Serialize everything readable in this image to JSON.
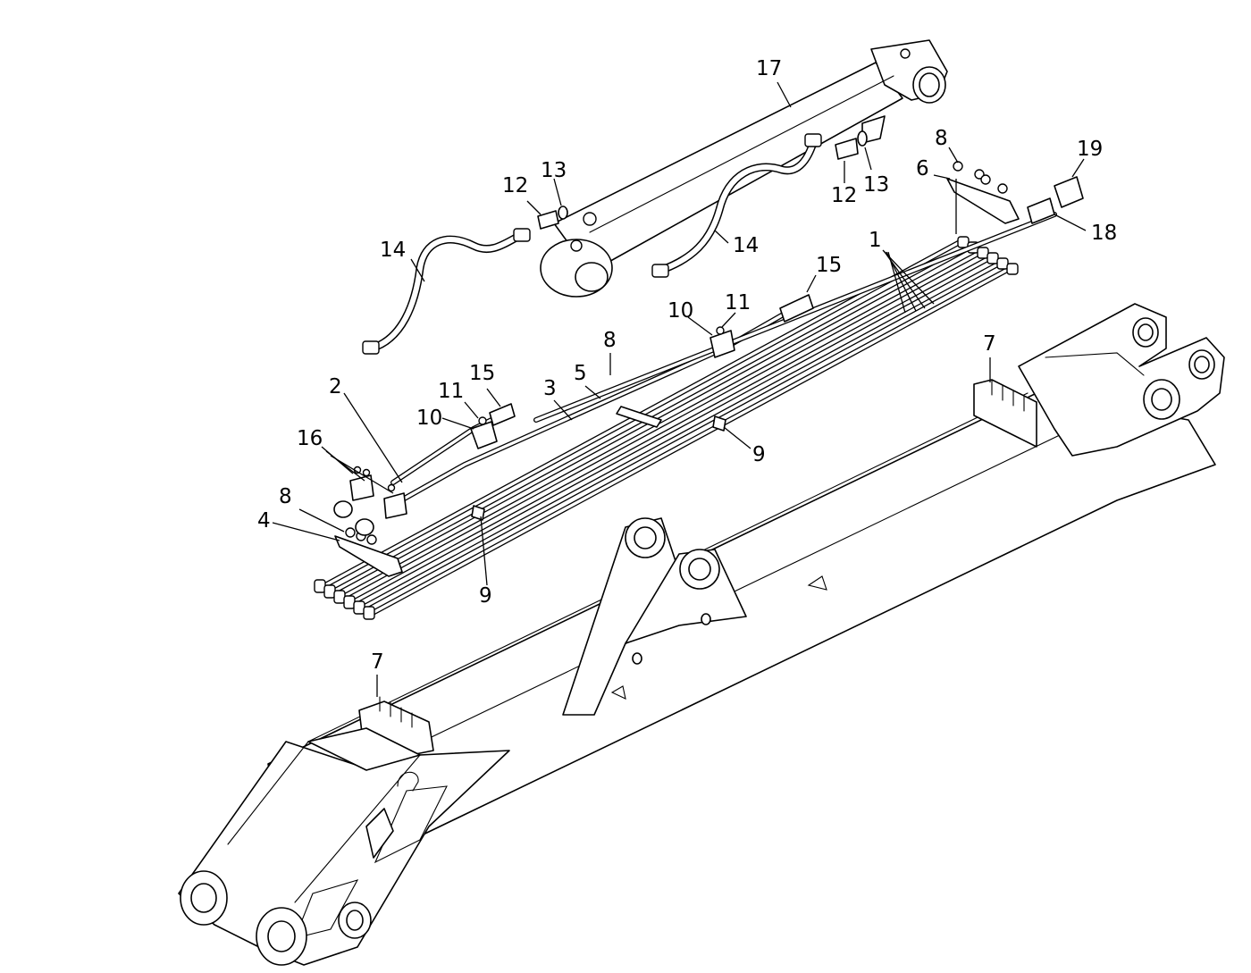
{
  "diagram": {
    "callouts": [
      {
        "id": "c1",
        "label": "1"
      },
      {
        "id": "c2",
        "label": "2"
      },
      {
        "id": "c3",
        "label": "3"
      },
      {
        "id": "c4",
        "label": "4"
      },
      {
        "id": "c5",
        "label": "5"
      },
      {
        "id": "c6",
        "label": "6"
      },
      {
        "id": "c7a",
        "label": "7"
      },
      {
        "id": "c7b",
        "label": "7"
      },
      {
        "id": "c8a",
        "label": "8"
      },
      {
        "id": "c8b",
        "label": "8"
      },
      {
        "id": "c8c",
        "label": "8"
      },
      {
        "id": "c9a",
        "label": "9"
      },
      {
        "id": "c9b",
        "label": "9"
      },
      {
        "id": "c10a",
        "label": "10"
      },
      {
        "id": "c10b",
        "label": "10"
      },
      {
        "id": "c11a",
        "label": "11"
      },
      {
        "id": "c11b",
        "label": "11"
      },
      {
        "id": "c12a",
        "label": "12"
      },
      {
        "id": "c12b",
        "label": "12"
      },
      {
        "id": "c13a",
        "label": "13"
      },
      {
        "id": "c13b",
        "label": "13"
      },
      {
        "id": "c14a",
        "label": "14"
      },
      {
        "id": "c14b",
        "label": "14"
      },
      {
        "id": "c15a",
        "label": "15"
      },
      {
        "id": "c15b",
        "label": "15"
      },
      {
        "id": "c16",
        "label": "16"
      },
      {
        "id": "c17",
        "label": "17"
      },
      {
        "id": "c18",
        "label": "18"
      },
      {
        "id": "c19",
        "label": "19"
      }
    ]
  }
}
